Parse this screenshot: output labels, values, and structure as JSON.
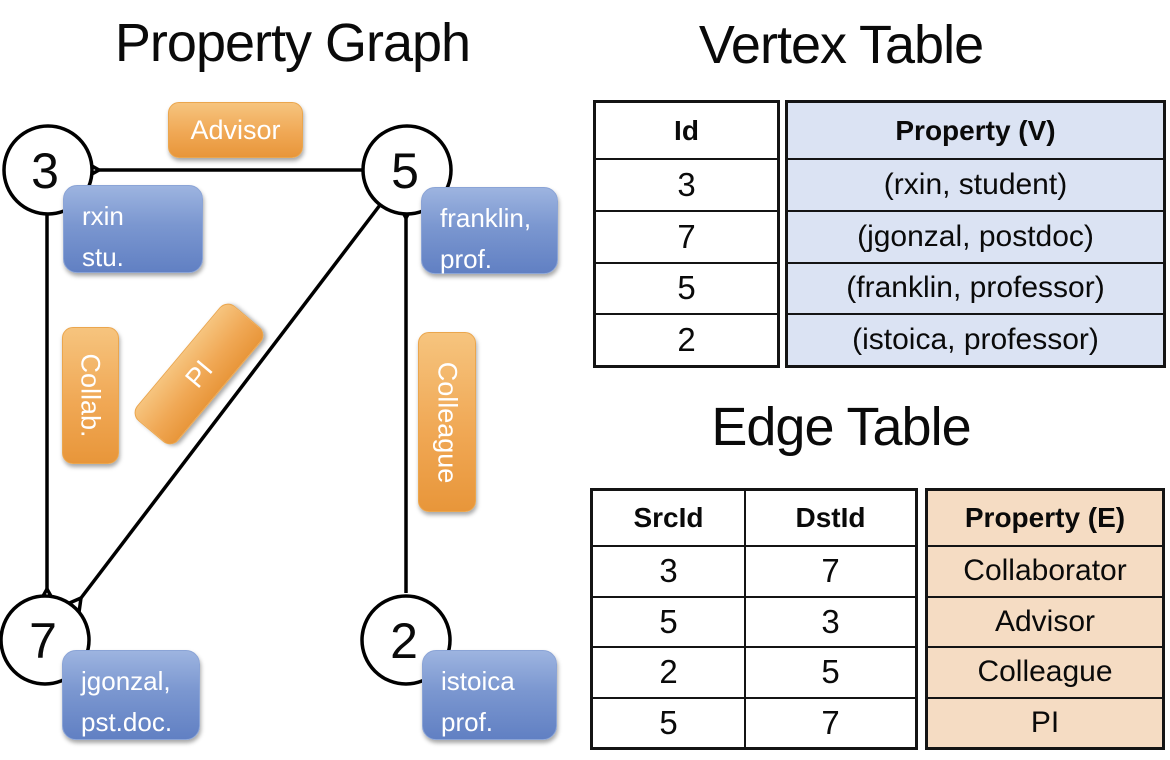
{
  "graph": {
    "title": "Property Graph",
    "nodes": [
      {
        "id": "3",
        "property_line1": "rxin",
        "property_line2": "stu."
      },
      {
        "id": "5",
        "property_line1": "franklin,",
        "property_line2": "prof."
      },
      {
        "id": "7",
        "property_line1": "jgonzal,",
        "property_line2": "pst.doc."
      },
      {
        "id": "2",
        "property_line1": "istoica",
        "property_line2": "prof."
      }
    ],
    "edge_labels": [
      {
        "label": "Advisor"
      },
      {
        "label": "Collab."
      },
      {
        "label": "PI"
      },
      {
        "label": "Colleague"
      }
    ]
  },
  "vertex_table": {
    "title": "Vertex Table",
    "headers": [
      "Id",
      "Property (V)"
    ],
    "rows": [
      {
        "id": "3",
        "property": "(rxin, student)"
      },
      {
        "id": "7",
        "property": "(jgonzal, postdoc)"
      },
      {
        "id": "5",
        "property": "(franklin, professor)"
      },
      {
        "id": "2",
        "property": "(istoica, professor)"
      }
    ]
  },
  "edge_table": {
    "title": "Edge Table",
    "headers": [
      "SrcId",
      "DstId",
      "Property (E)"
    ],
    "rows": [
      {
        "src": "3",
        "dst": "7",
        "property": "Collaborator"
      },
      {
        "src": "5",
        "dst": "3",
        "property": "Advisor"
      },
      {
        "src": "2",
        "dst": "5",
        "property": "Colleague"
      },
      {
        "src": "5",
        "dst": "7",
        "property": "PI"
      }
    ]
  },
  "colors": {
    "vertex_property_fill": "#dbe3f3",
    "edge_property_fill": "#f5dcc3",
    "node_box_blue_top": "#9db4e0",
    "node_box_blue_bottom": "#6180c3",
    "edge_box_orange_top": "#f6c47e",
    "edge_box_orange_bottom": "#e8963a",
    "line_color": "#000000"
  }
}
